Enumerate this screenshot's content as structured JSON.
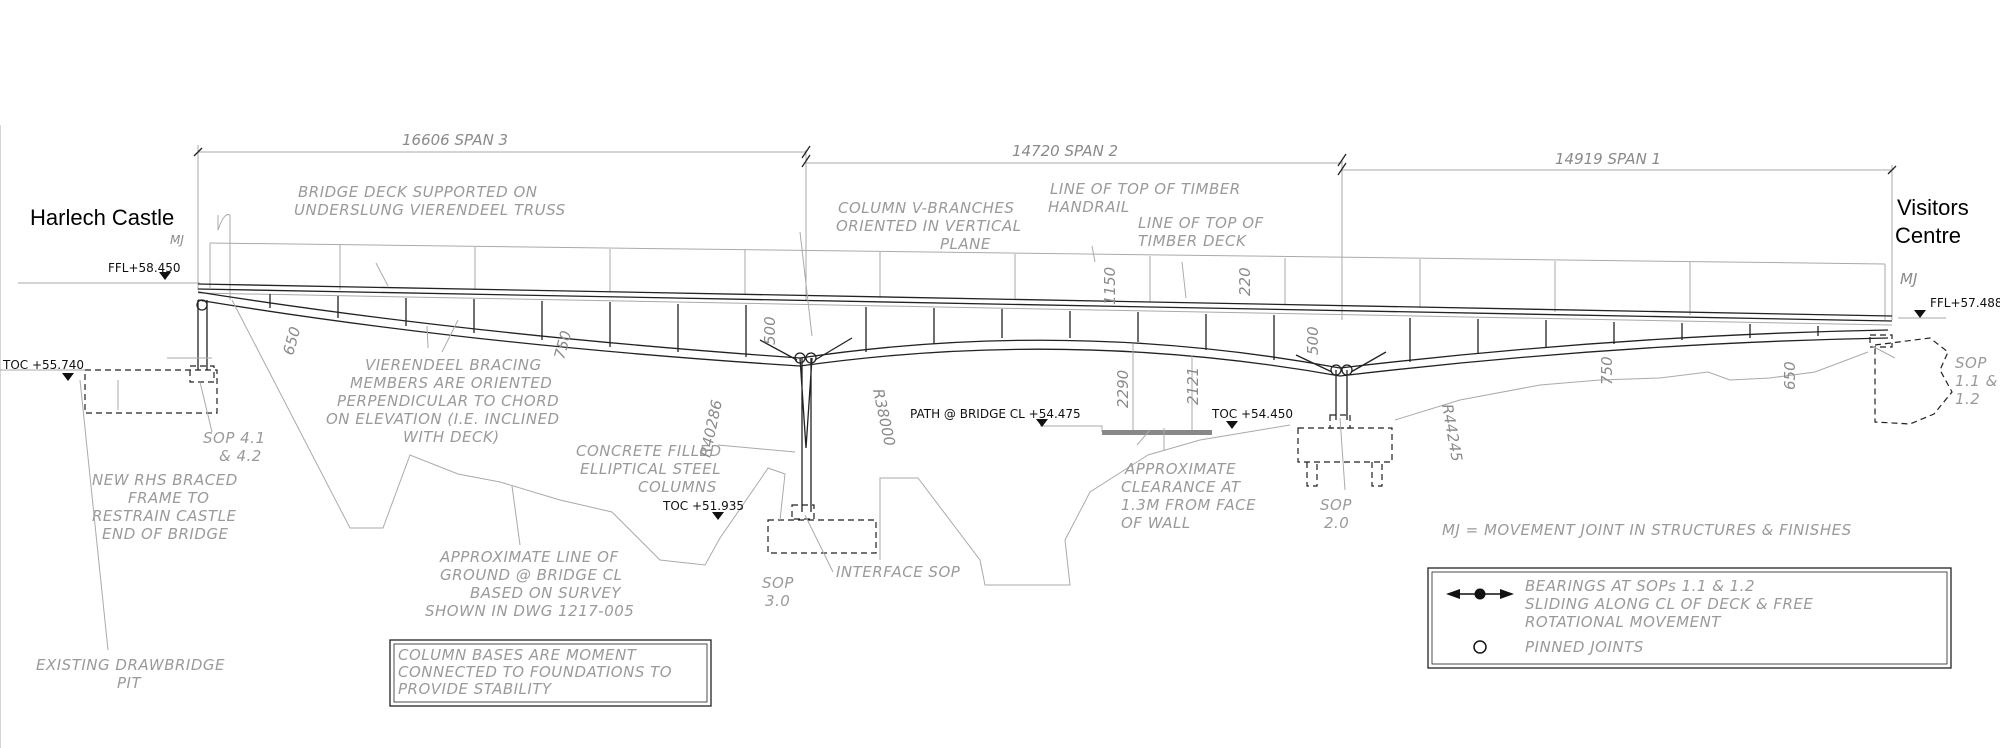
{
  "places": {
    "left": "Harlech Castle",
    "right_line1": "Visitors",
    "right_line2": "Centre"
  },
  "spans": {
    "span3": "16606 SPAN 3",
    "span2": "14720 SPAN 2",
    "span1": "14919 SPAN 1"
  },
  "levels": {
    "ffl_left": "FFL+58.450",
    "ffl_right": "FFL+57.488",
    "toc_left": "TOC +55.740",
    "toc_mid": "TOC +51.935",
    "toc_right": "TOC +54.450",
    "path": "PATH @ BRIDGE CL +54.475"
  },
  "marks": {
    "mj_left": "MJ",
    "mj_right": "MJ"
  },
  "dims": {
    "d650_left": "650",
    "d750_left": "750",
    "d500_left": "500",
    "r40286": "R40286",
    "r38000": "R38000",
    "d1150": "1150",
    "d220": "220",
    "d2290": "2290",
    "d2121": "2121",
    "d500_right": "500",
    "r44245": "R44245",
    "d750_right": "750",
    "d650_right": "650"
  },
  "notes": {
    "deck": [
      "BRIDGE DECK SUPPORTED ON",
      "UNDERSLUNG VIERENDEEL TRUSS"
    ],
    "column_branches": [
      "COLUMN V-BRANCHES",
      "ORIENTED IN VERTICAL",
      "PLANE"
    ],
    "handrail": [
      "LINE OF TOP OF TIMBER",
      "HANDRAIL"
    ],
    "timber_deck": [
      "LINE OF TOP OF",
      "TIMBER DECK"
    ],
    "bracing": [
      "VIERENDEEL BRACING",
      "MEMBERS ARE ORIENTED",
      "PERPENDICULAR TO CHORD",
      "ON ELEVATION (I.E. INCLINED",
      "WITH DECK)"
    ],
    "sop_41": [
      "SOP 4.1",
      "& 4.2"
    ],
    "rhs_frame": [
      "NEW RHS BRACED",
      "FRAME TO",
      "RESTRAIN CASTLE",
      "END OF BRIDGE"
    ],
    "concrete_columns": [
      "CONCRETE FILLED",
      "ELLIPTICAL STEEL",
      "COLUMNS"
    ],
    "ground": [
      "APPROXIMATE LINE OF",
      "GROUND @ BRIDGE CL",
      "BASED ON SURVEY",
      "SHOWN IN DWG 1217-005"
    ],
    "sop_30": [
      "SOP",
      "3.0"
    ],
    "interface_sop": "INTERFACE SOP",
    "clearance": [
      "APPROXIMATE",
      "CLEARANCE AT",
      "1.3M FROM FACE",
      "OF WALL"
    ],
    "sop_20": [
      "SOP",
      "2.0"
    ],
    "sop_11": [
      "SOP",
      "1.1 &",
      "1.2"
    ],
    "mj_legend": "MJ = MOVEMENT JOINT IN STRUCTURES & FINISHES",
    "drawbridge": [
      "EXISTING DRAWBRIDGE",
      "PIT"
    ],
    "column_bases": [
      "COLUMN BASES ARE MOMENT",
      "CONNECTED TO FOUNDATIONS TO",
      "PROVIDE STABILITY"
    ]
  },
  "legend": {
    "bearings": [
      "BEARINGS AT SOPs 1.1 & 1.2",
      "SLIDING ALONG CL OF DECK & FREE",
      "ROTATIONAL MOVEMENT"
    ],
    "pinned": "PINNED JOINTS"
  }
}
